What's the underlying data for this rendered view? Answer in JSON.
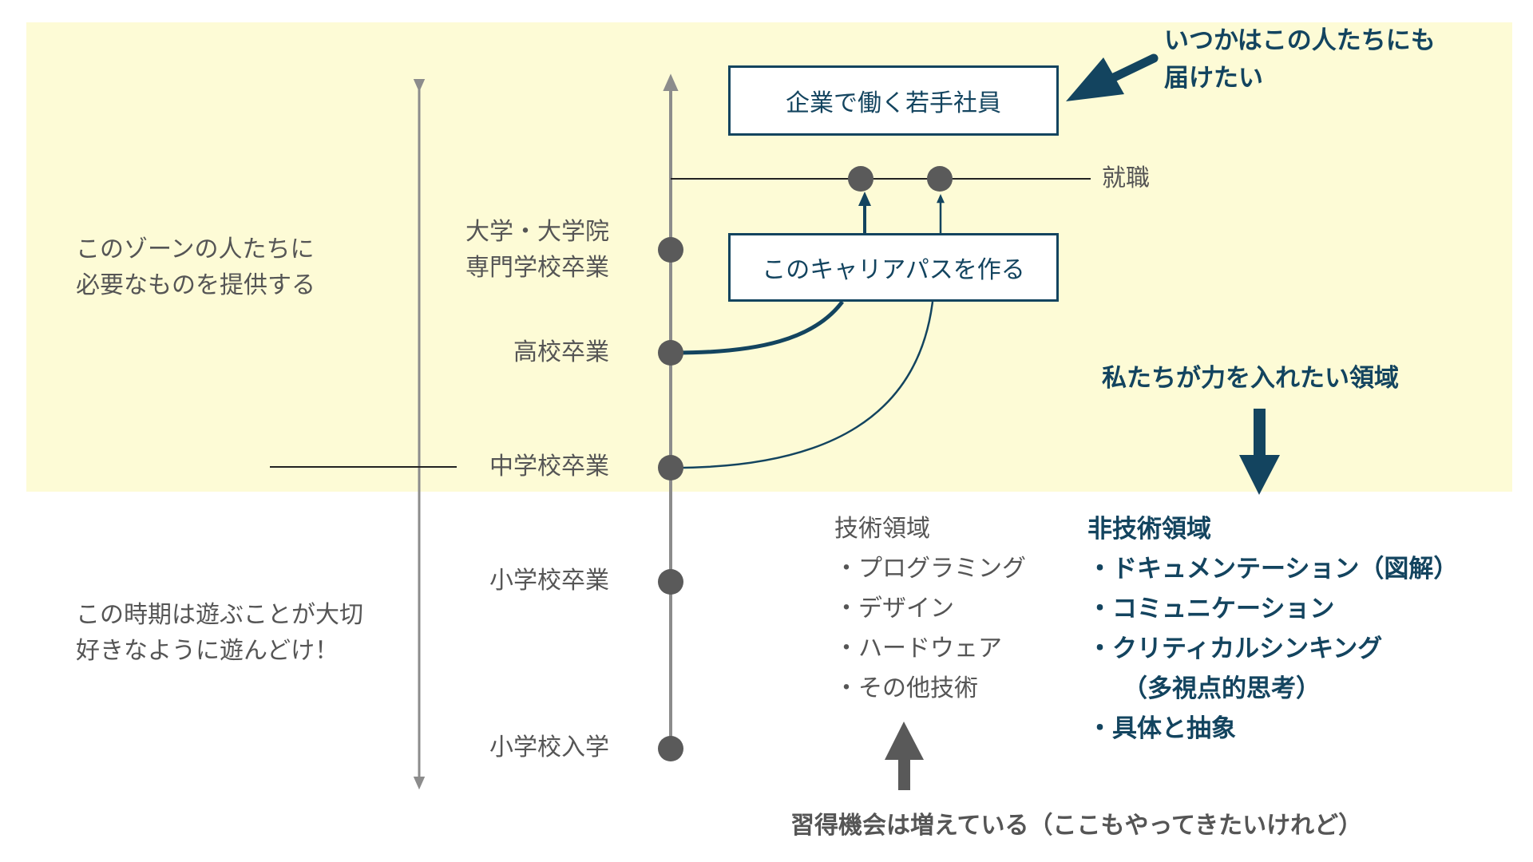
{
  "colors": {
    "zone_background": "#fdfbd6",
    "navy": "#13445f",
    "axis_gray": "#8c8c8c",
    "node_gray": "#5a5a5a",
    "text_gray": "#555555"
  },
  "zones": {
    "upper_text": [
      "このゾーンの人たちに",
      "必要なものを提供する"
    ],
    "lower_text": [
      "この時期は遊ぶことが大切",
      "好きなように遊んどけ！"
    ]
  },
  "stages": {
    "university": [
      "大学・大学院",
      "専門学校卒業"
    ],
    "high_school": "高校卒業",
    "junior_high": "中学校卒業",
    "elementary_graduation": "小学校卒業",
    "elementary_entry": "小学校入学"
  },
  "employment_label": "就職",
  "boxes": {
    "young_employees": "企業で働く若手社員",
    "career_path": "このキャリアパスを作る"
  },
  "callouts": {
    "someday": [
      "いつかはこの人たちにも",
      "届けたい"
    ],
    "focus_area": "私たちが力を入れたい領域"
  },
  "technical": {
    "heading": "技術領域",
    "items": [
      "・プログラミング",
      "・デザイン",
      "・ハードウェア",
      "・その他技術"
    ]
  },
  "non_technical": {
    "heading": "非技術領域",
    "items": [
      "・ドキュメンテーション（図解）",
      "・コミュニケーション",
      "・クリティカルシンキング",
      "（多視点的思考）",
      "・具体と抽象"
    ]
  },
  "bottom_note": "習得機会は増えている（ここもやってきたいけれど）"
}
